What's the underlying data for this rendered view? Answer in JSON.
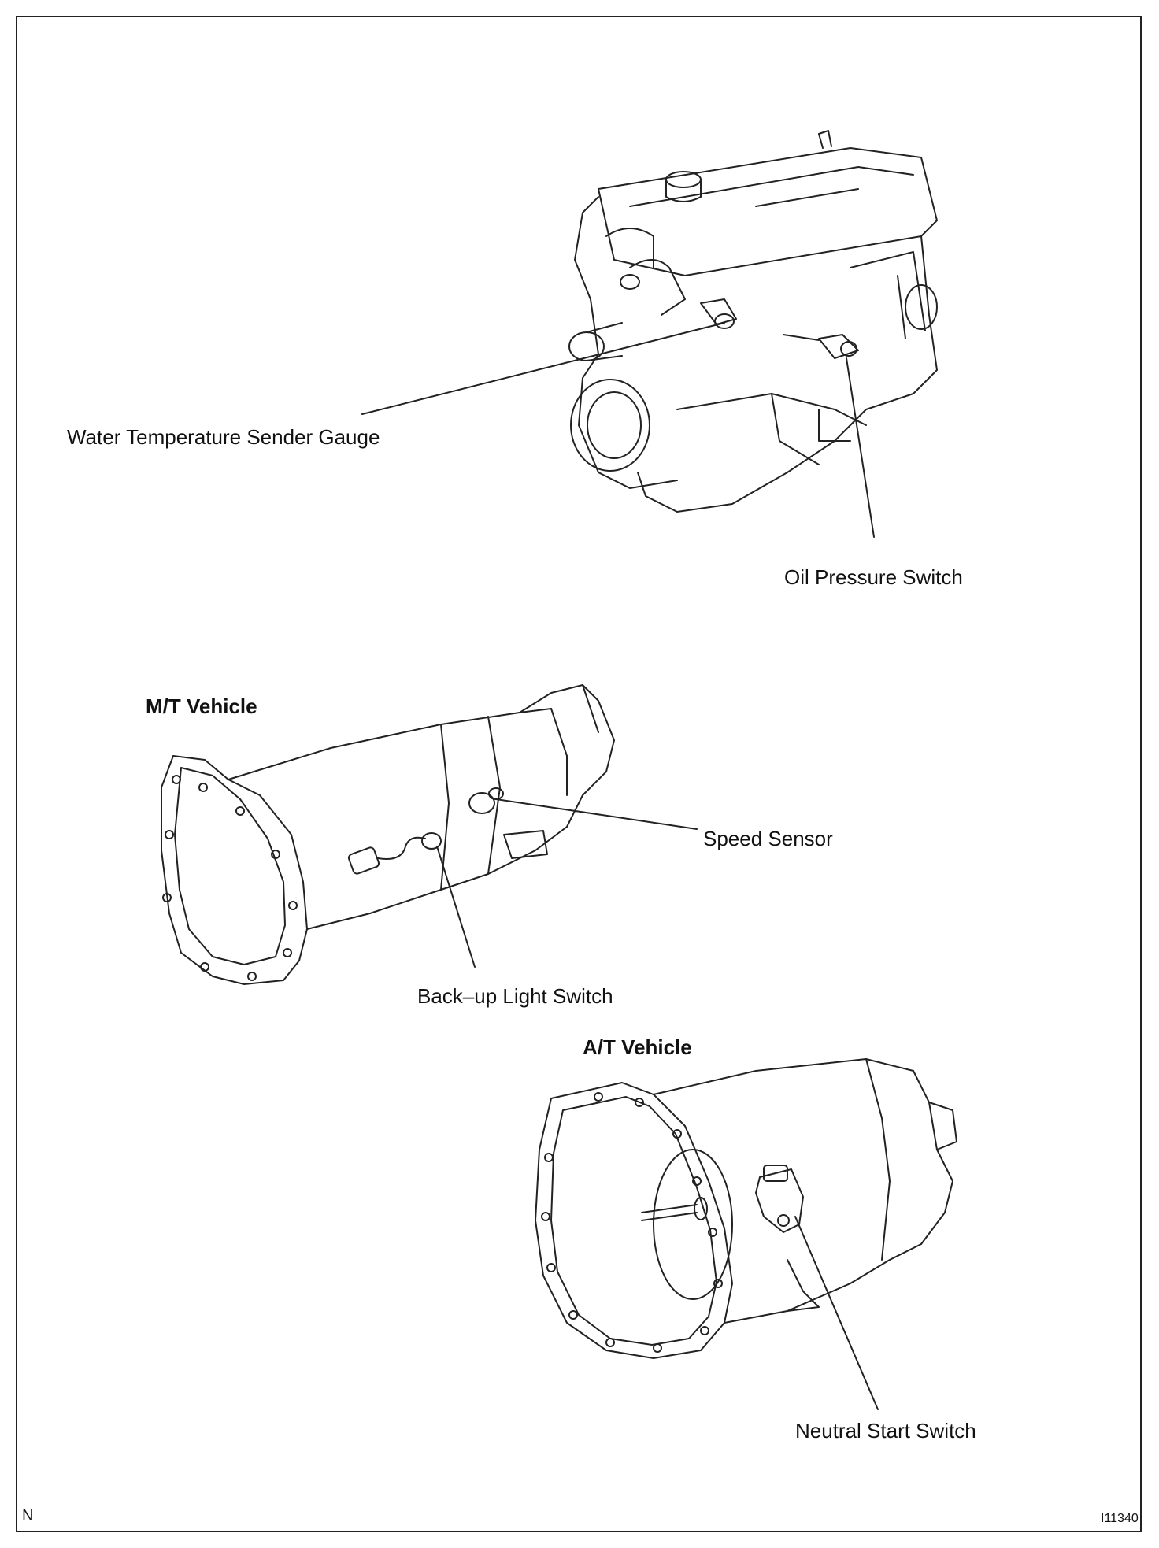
{
  "labels": {
    "water_temp": "Water Temperature Sender Gauge",
    "oil_pressure": "Oil Pressure Switch",
    "speed_sensor": "Speed Sensor",
    "backup_light": "Back–up Light Switch",
    "neutral_start": "Neutral Start Switch"
  },
  "sections": {
    "mt": "M/T Vehicle",
    "at": "A/T Vehicle"
  },
  "corner": {
    "left": "N",
    "right": "I11340"
  }
}
